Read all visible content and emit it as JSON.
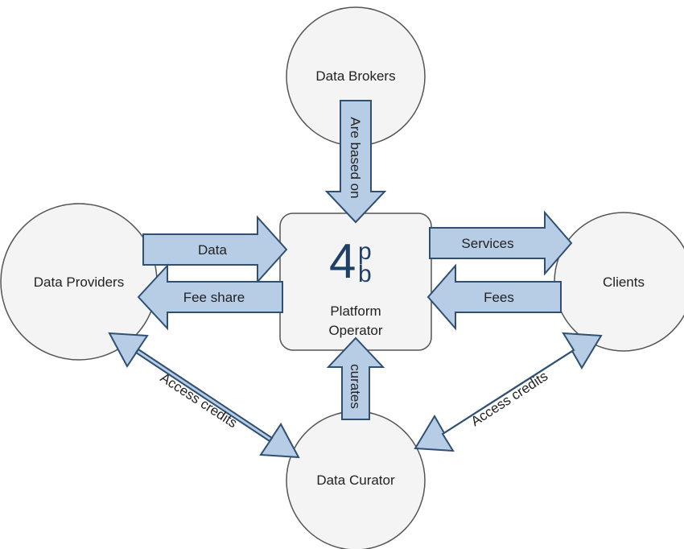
{
  "nodes": {
    "brokers": "Data Brokers",
    "providers": "Data Providers",
    "clients": "Clients",
    "curator": "Data Curator",
    "operator_line1": "Platform",
    "operator_line2": "Operator"
  },
  "logo": {
    "big": "4",
    "top": "p",
    "bottom": "b"
  },
  "edges": {
    "brokers_to_operator": "Are based on",
    "providers_to_operator": "Data",
    "operator_to_providers": "Fee share",
    "operator_to_clients": "Services",
    "clients_to_operator": "Fees",
    "curator_to_operator": "curates",
    "curator_providers": "Access credits",
    "curator_clients": "Access credits"
  },
  "colors": {
    "arrow_fill": "#b7cde6",
    "arrow_stroke": "#2f4f73",
    "node_fill": "#f4f4f4",
    "logo": "#1e3f66"
  }
}
